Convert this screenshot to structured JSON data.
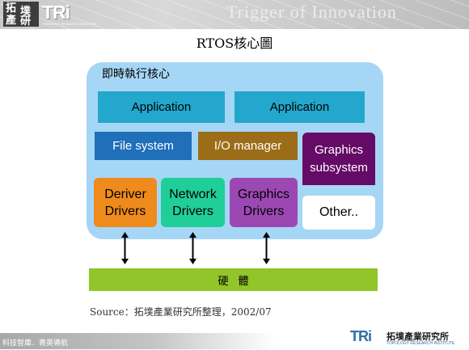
{
  "header": {
    "logo_cn_1": "拓",
    "logo_cn_2": "墣",
    "logo_cn_3": "產",
    "logo_cn_4": "研",
    "logo_mark": "TRi",
    "logo_subtitle": "TOPOLOGY RESEARCH INSTITUTE",
    "tagline": "Trigger of Innovation"
  },
  "title": "RTOS核心圖",
  "diagram": {
    "kernel_label": "即時執行核心",
    "application_1": "Application",
    "application_2": "Application",
    "file_system": "File system",
    "io_manager": "I/O manager",
    "graphics_subsystem_line1": "Graphics",
    "graphics_subsystem_line2": "subsystem",
    "deriver_drivers_line1": "Deriver",
    "deriver_drivers_line2": "Drivers",
    "network_drivers_line1": "Network",
    "network_drivers_line2": "Drivers",
    "graphics_drivers_line1": "Graphics",
    "graphics_drivers_line2": "Drivers",
    "other": "Other..",
    "hardware": "硬體",
    "colors": {
      "kernel": "#a6d6f5",
      "application": "#23a7cc",
      "file_system": "#1f6fb9",
      "io_manager": "#9c6d18",
      "graphics_subsystem": "#650a66",
      "deriver_drivers": "#ee8b1c",
      "network_drivers": "#1fcf97",
      "graphics_drivers": "#9c48b3",
      "hardware": "#91c52a"
    }
  },
  "source": "Source：拓墣產業研究所整理，2002/07",
  "footer": {
    "slogan": "科技智庫．菁英導航",
    "logo_mark": "TRi",
    "logo_cn": "拓墣產業研究所",
    "logo_subtitle": "TOPOLOGY RESEARCH INSTITUTE"
  }
}
